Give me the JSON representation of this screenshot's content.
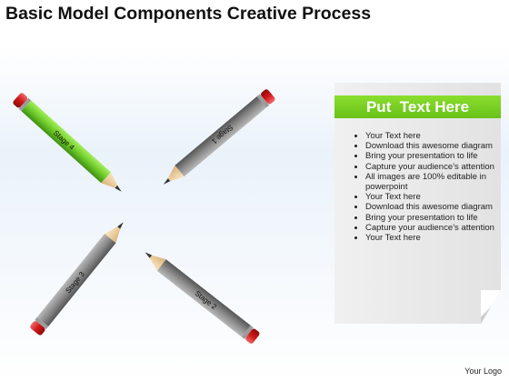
{
  "title": "Basic Model Components Creative Process",
  "pencils": [
    {
      "label": "Stage 1",
      "body_color": "#7a7a7a"
    },
    {
      "label": "Stage 2",
      "body_color": "#7a7a7a"
    },
    {
      "label": "Stage 3",
      "body_color": "#7a7a7a"
    },
    {
      "label": "Stage 4",
      "body_color": "#6fcc2a"
    }
  ],
  "panel": {
    "header": "Put  Text Here",
    "header_color": "#7ed321",
    "bullets": [
      "Your Text here",
      "Download this awesome diagram",
      "Bring your presentation to life",
      "Capture your audience’s attention",
      "All images are 100% editable in powerpoint",
      "Your Text here",
      "Download this awesome diagram",
      "Bring your presentation to life",
      "Capture your audience’s attention",
      "Your Text here"
    ]
  },
  "logo": "Your Logo"
}
